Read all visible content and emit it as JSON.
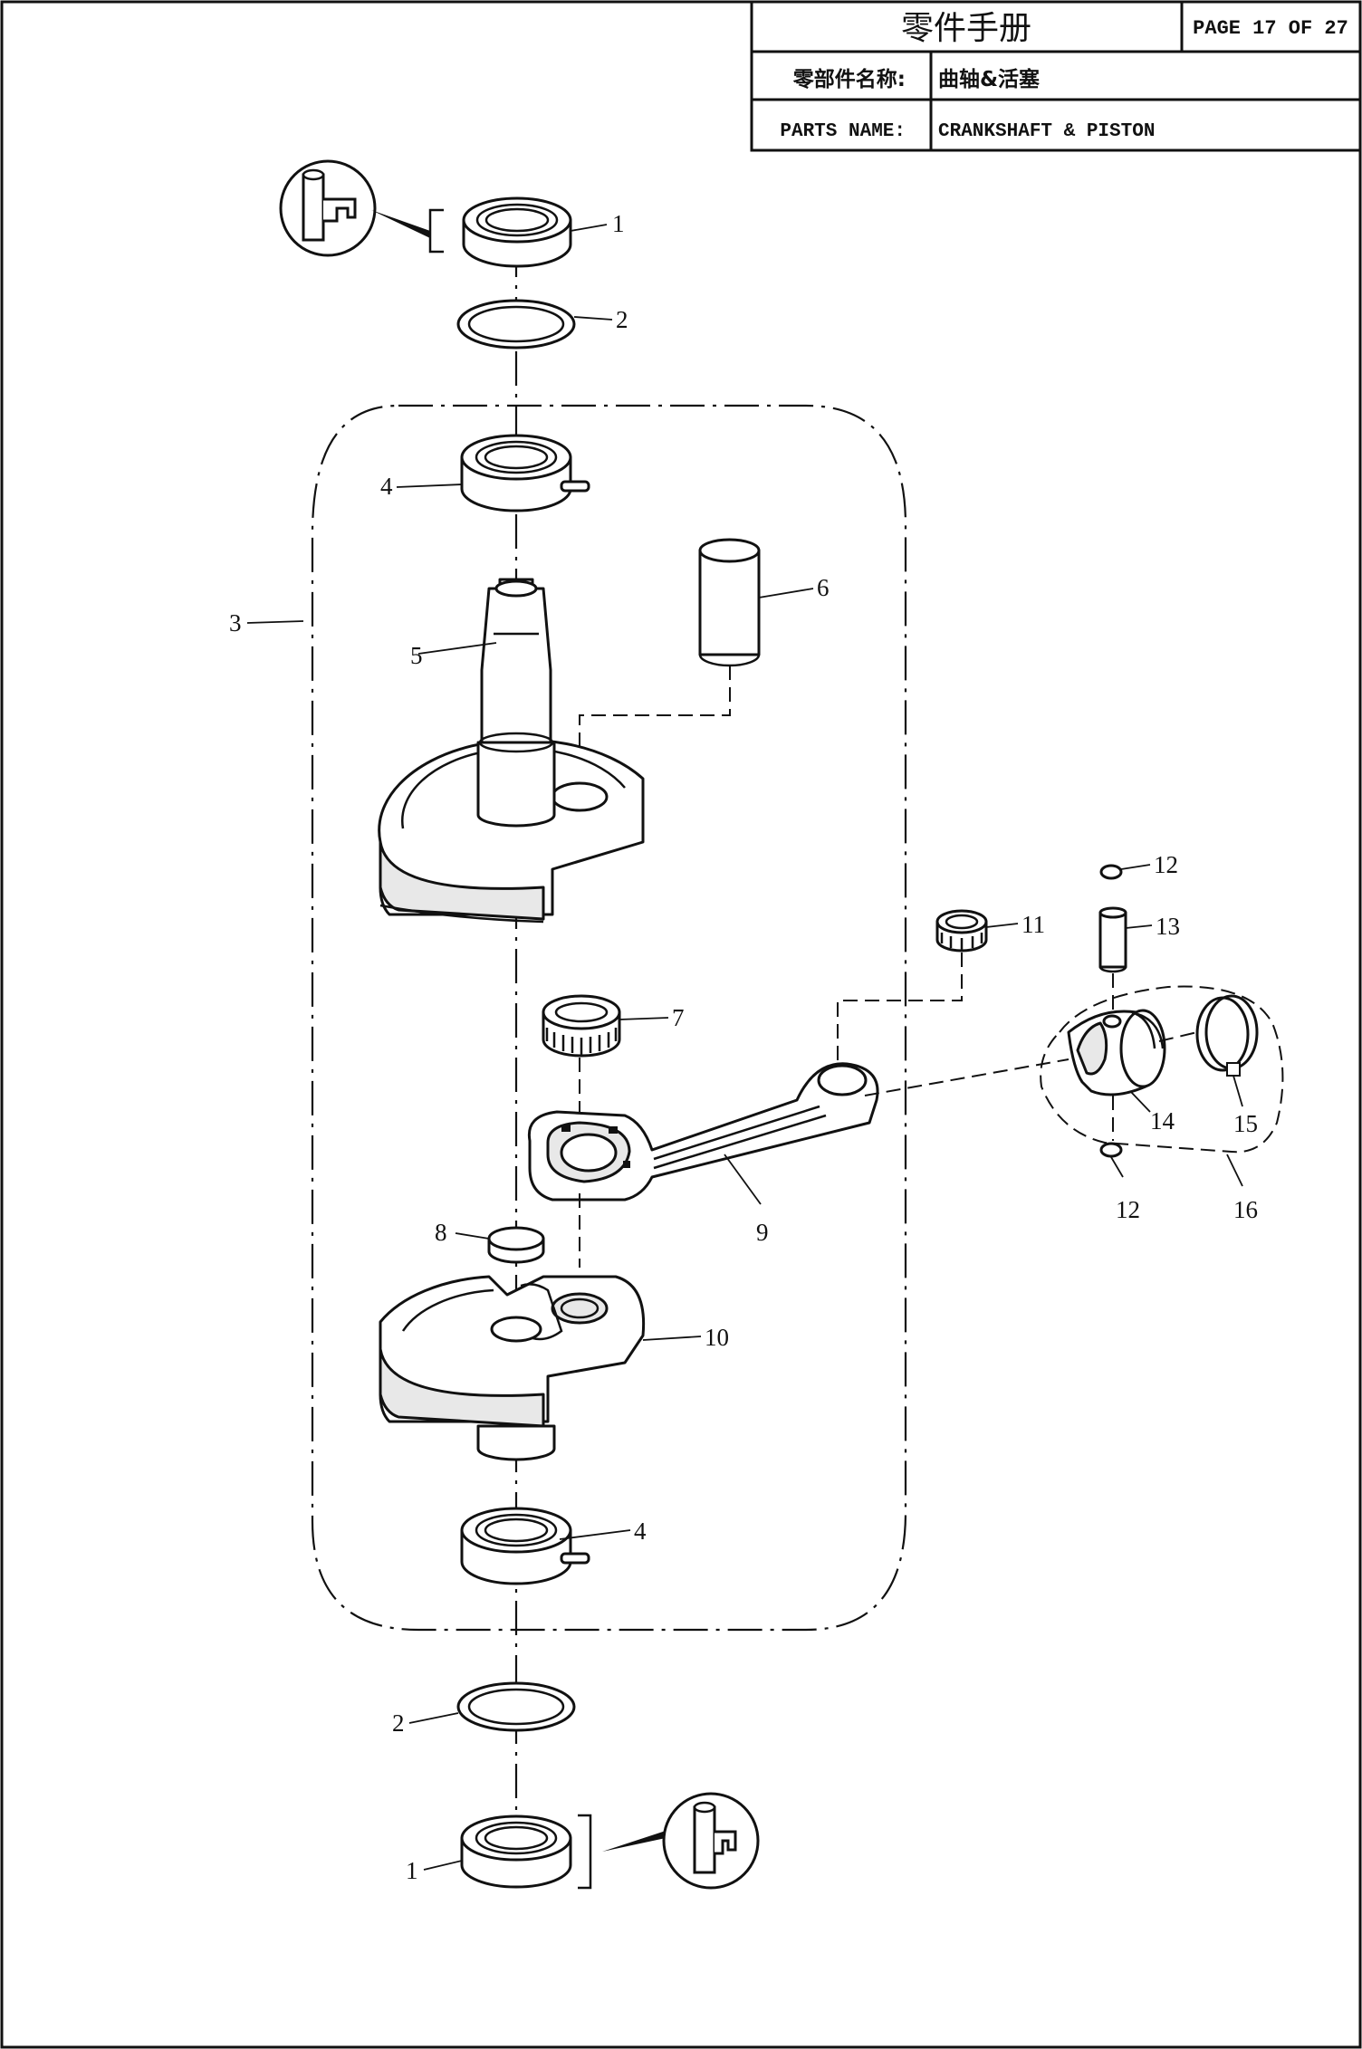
{
  "header": {
    "title_cn": "零件手册",
    "page": "PAGE 17 OF 27",
    "label_cn": "零部件名称:",
    "name_cn": "曲轴&活塞",
    "label_en": "PARTS NAME:",
    "name_en": "CRANKSHAFT & PISTON"
  },
  "callouts": {
    "c1_top": "1",
    "c2_top": "2",
    "c3": "3",
    "c4_top": "4",
    "c5": "5",
    "c6": "6",
    "c7": "7",
    "c8": "8",
    "c9": "9",
    "c10": "10",
    "c11": "11",
    "c12_top": "12",
    "c13": "13",
    "c14": "14",
    "c15": "15",
    "c12_bottom": "12",
    "c16": "16",
    "c4_bottom": "4",
    "c2_bottom": "2",
    "c1_bottom": "1"
  },
  "icons": [
    "press-fit-icon",
    "press-fit-icon"
  ]
}
